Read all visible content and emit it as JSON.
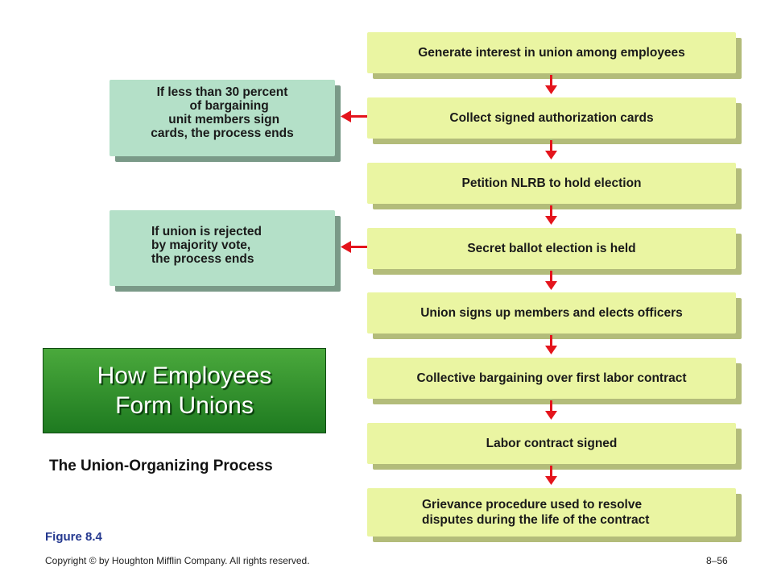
{
  "steps": [
    "Generate interest in union among employees",
    "Collect signed authorization cards",
    "Petition NLRB to hold election",
    "Secret ballot election is held",
    "Union signs up members and elects officers",
    "Collective bargaining over first labor contract",
    "Labor contract signed",
    "Grievance procedure used to resolve\ndisputes during the life of the contract"
  ],
  "side_notes": [
    "If less than 30 percent\n    of bargaining\n unit members sign\ncards, the process ends",
    "If union is rejected\nby majority vote,\nthe process ends"
  ],
  "title": "How Employees Form Unions",
  "caption": "The Union-Organizing Process",
  "figure_label": "Figure 8.4",
  "copyright": "Copyright © by Houghton Mifflin Company. All rights reserved.",
  "page_number": "8–56",
  "colors": {
    "step_fill": "#eaf5a2",
    "side_fill": "#b4e0c8",
    "arrow": "#e4141c",
    "title_fill": "#2f8f2c"
  }
}
